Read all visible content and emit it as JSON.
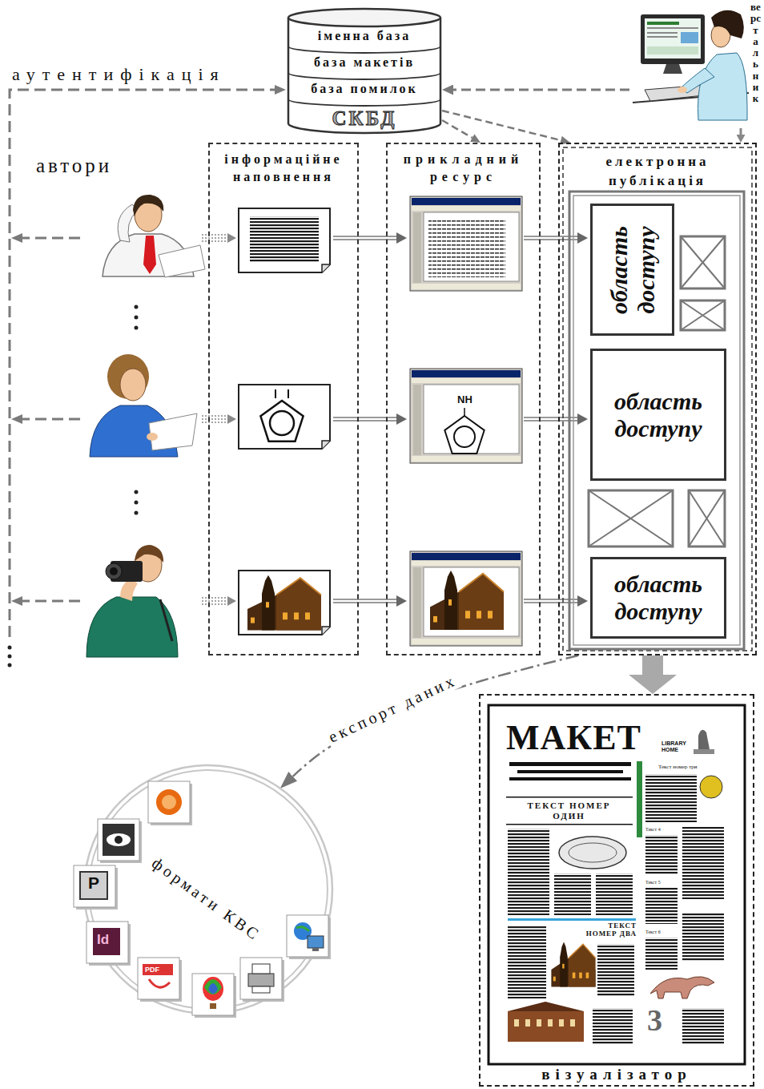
{
  "diagram": {
    "nodes": [
      {
        "text": [
          "іменна база",
          "база макетів",
          "база помилок",
          "СКБД"
        ]
      },
      {
        "text": [
          "верстальник"
        ]
      },
      {
        "text": [
          "інформаційне наповнення"
        ]
      },
      {
        "text": [
          "прикладний ресурс"
        ]
      },
      {
        "text": [
          "електронна публікація"
        ]
      },
      {
        "text": [
          "область доступу"
        ],
        "in": 4
      },
      {
        "text": [
          "область доступу"
        ],
        "in": 4
      },
      {
        "text": [
          "область доступу"
        ],
        "in": 4
      },
      {
        "text": [
          "візуалізатор"
        ]
      },
      {
        "text": [
          "формати КВС"
        ]
      }
    ],
    "edges": [
      {
        "from": 1,
        "to": 0,
        "arrow": "to"
      },
      {
        "from": 0,
        "to": 3,
        "arrow": "to"
      },
      {
        "from": 0,
        "to": 4,
        "arrow": "to"
      },
      {
        "from": 1,
        "to": 4,
        "arrow": "to"
      },
      {
        "from": 4,
        "to": 8,
        "arrow": "to"
      },
      {
        "from": 4,
        "to": 9,
        "label": "експорт даних",
        "arrow": "to"
      }
    ],
    "labels": [
      "аутентифікація",
      "автори",
      "NH",
      "МАКЕТ",
      "LIBRARY HOME",
      "ТЕКСТ НОМЕР ОДИН",
      "ТЕКСТ НОМЕР ДВА",
      "Текст номер три",
      "Текст 4",
      "Текст 5",
      "Текст 6",
      "3",
      "Id",
      "P",
      "PDF"
    ]
  }
}
